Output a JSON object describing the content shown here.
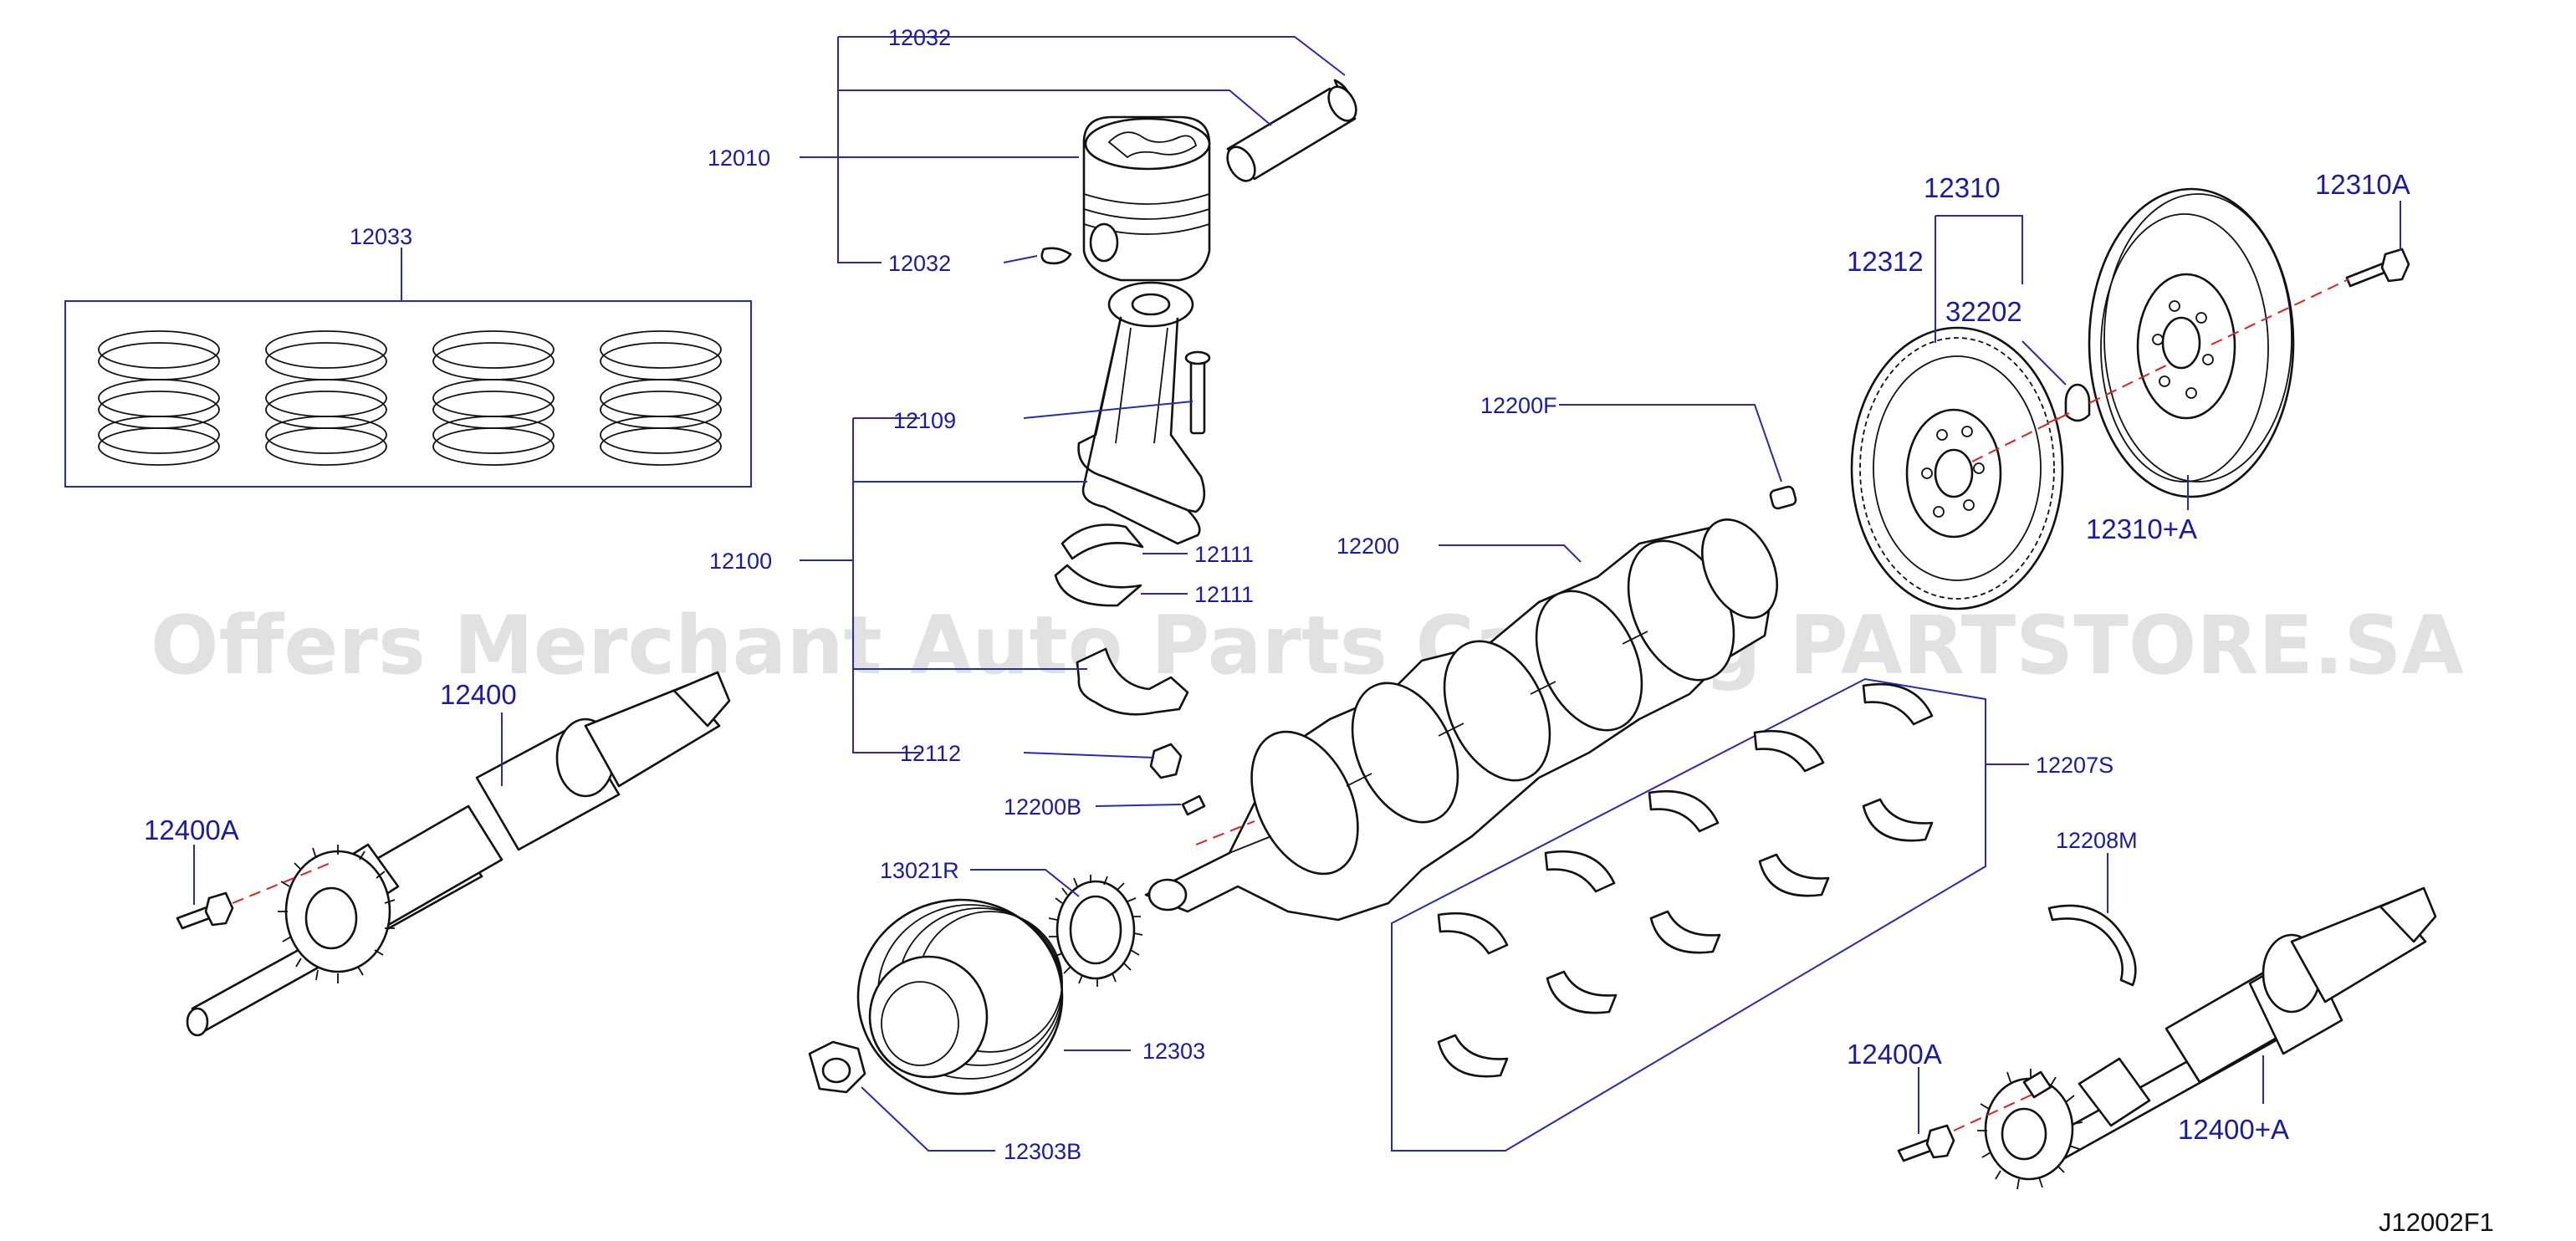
{
  "watermark": "Offers Merchant Auto Parts Catalog PARTSTORE.SA",
  "diagram_code": "J12002F1",
  "labels": {
    "p12032_top": "12032",
    "p12010": "12010",
    "p12032_bottom": "12032",
    "p12033": "12033",
    "p12109": "12109",
    "p12100": "12100",
    "p12111_a": "12111",
    "p12111_b": "12111",
    "p12112": "12112",
    "p12200F": "12200F",
    "p12200": "12200",
    "p12200B": "12200B",
    "p13021R": "13021R",
    "p12303": "12303",
    "p12303B": "12303B",
    "p12207S": "12207S",
    "p12208M": "12208M",
    "p12310": "12310",
    "p12312": "12312",
    "p32202": "32202",
    "p12310A": "12310A",
    "p12310plusA": "12310+A",
    "p12400": "12400",
    "p12400A_left": "12400A",
    "p12400A_right": "12400A",
    "p12400plusA": "12400+A"
  },
  "colors": {
    "label": "#1a1aa6",
    "leader": "#2a2ab0",
    "outline": "#111111",
    "center_axis": "#e02020",
    "watermark": "#c8c8c8"
  }
}
